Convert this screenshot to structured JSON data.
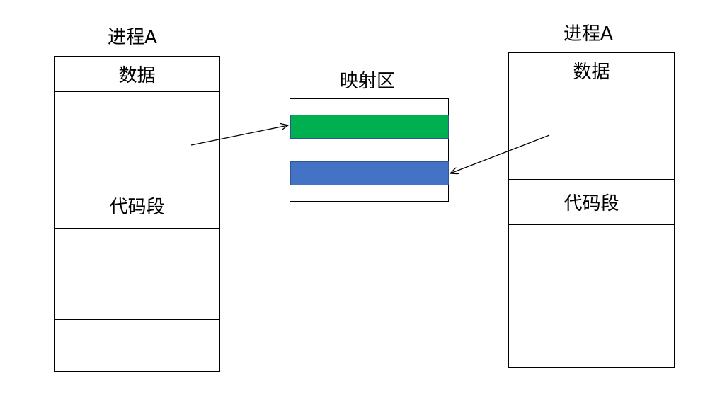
{
  "left_process": {
    "title": "进程A",
    "segments": {
      "data_label": "数据",
      "code_label": "代码段"
    }
  },
  "mapping_area": {
    "title": "映射区",
    "bands": [
      {
        "color": "#00b050"
      },
      {
        "color": "#4472c4"
      }
    ]
  },
  "right_process": {
    "title": "进程A",
    "segments": {
      "data_label": "数据",
      "code_label": "代码段"
    }
  },
  "arrows": [
    {
      "from": "left_process",
      "to": "mapping_area.bands.0"
    },
    {
      "from": "right_process",
      "to": "mapping_area.bands.1"
    }
  ]
}
